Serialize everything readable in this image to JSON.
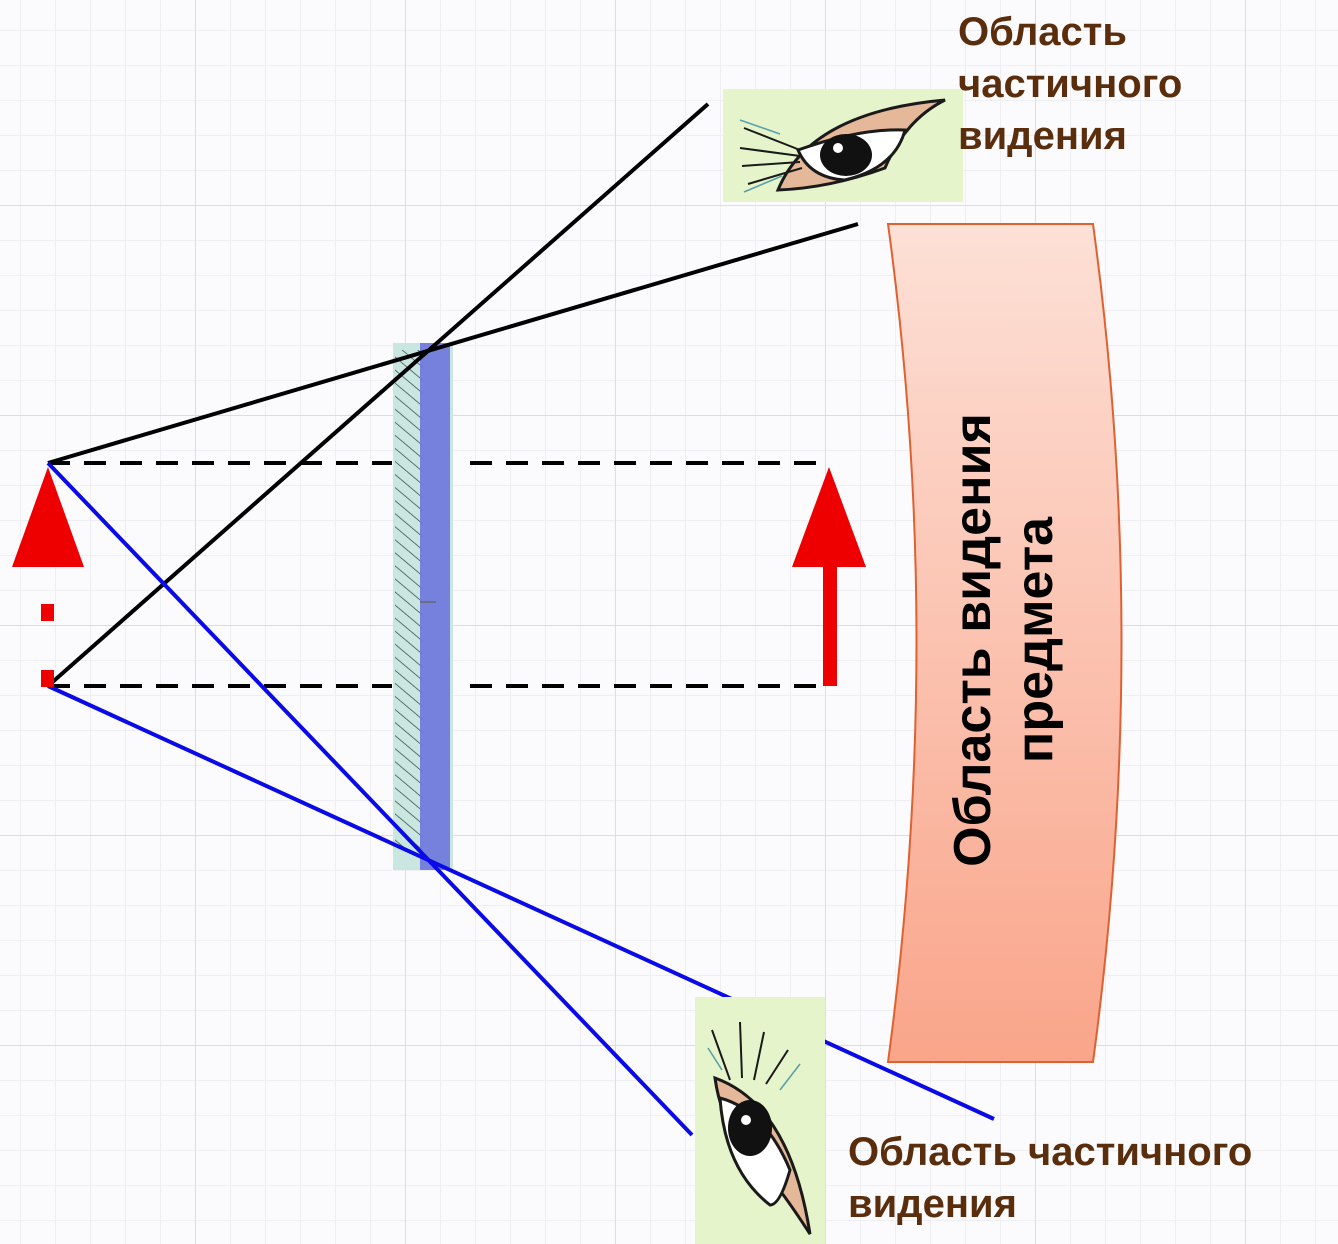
{
  "captions": {
    "top_partial_vision": "Область\nчастичного\nвидения",
    "bottom_partial_vision": "Область частичного\nвидения",
    "object_vision_region": "Область видения\nпредмета"
  },
  "icons": {
    "eye_top": "eye-icon",
    "eye_bottom": "eye-icon",
    "object": "red-arrow-icon",
    "image": "red-arrow-icon",
    "mirror": "plane-mirror-icon"
  },
  "colors": {
    "caption_text": "#5a2d0c",
    "region_text": "#000000",
    "region_fill_top": "#fde0d6",
    "region_fill_bottom": "#f9a58a",
    "region_stroke": "#e06030",
    "ray_black": "#000000",
    "ray_blue": "#0a0ae8",
    "arrow_red": "#ee0000",
    "mirror_glass": "#c9e6e0",
    "mirror_surface": "#6f78dc",
    "eye_background": "#e6f4cc"
  }
}
